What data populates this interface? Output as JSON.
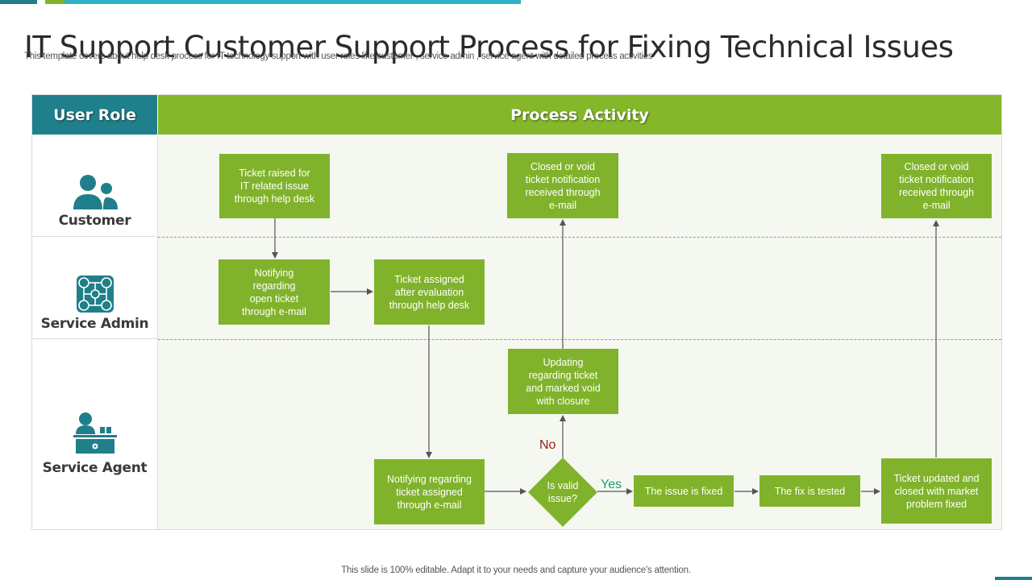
{
  "header": {
    "title": "IT Support Customer Support Process for Fixing Technical Issues",
    "subtitle": "This template covers about help desk process for IT technology support with user roles like customer , service admin , service agent with detailed process activities"
  },
  "table": {
    "col_role": "User Role",
    "col_process": "Process Activity"
  },
  "roles": [
    {
      "label": "Customer",
      "icon": "customer-group-icon"
    },
    {
      "label": "Service Admin",
      "icon": "network-admin-icon"
    },
    {
      "label": "Service Agent",
      "icon": "desk-agent-icon"
    }
  ],
  "steps": {
    "ticket_raised": "Ticket raised for\nIT related issue\nthrough help desk",
    "notify_open": "Notifying\nregarding\nopen ticket\nthrough e-mail",
    "ticket_assigned": "Ticket assigned\nafter evaluation\nthrough help desk",
    "notify_assigned": "Notifying regarding\nticket assigned\nthrough e-mail",
    "decision": "Is valid\nissue?",
    "updating_void": "Updating\nregarding ticket\nand marked void\nwith closure",
    "closed_void_1": "Closed or void\nticket notification\nreceived through\ne-mail",
    "issue_fixed": "The issue is fixed",
    "fix_tested": "The fix is tested",
    "ticket_updated": "Ticket updated and\nclosed with market\nproblem fixed",
    "closed_void_2": "Closed or void\nticket notification\nreceived through\ne-mail"
  },
  "labels": {
    "no": "No",
    "yes": "Yes"
  },
  "colors": {
    "teal": "#1f7f8a",
    "green": "#84b72a",
    "box_green": "#80b32b",
    "no_red": "#a11d1d",
    "yes_teal": "#1f9b7e"
  },
  "footer": "This slide is 100% editable. Adapt it to your needs and capture your audience's attention."
}
